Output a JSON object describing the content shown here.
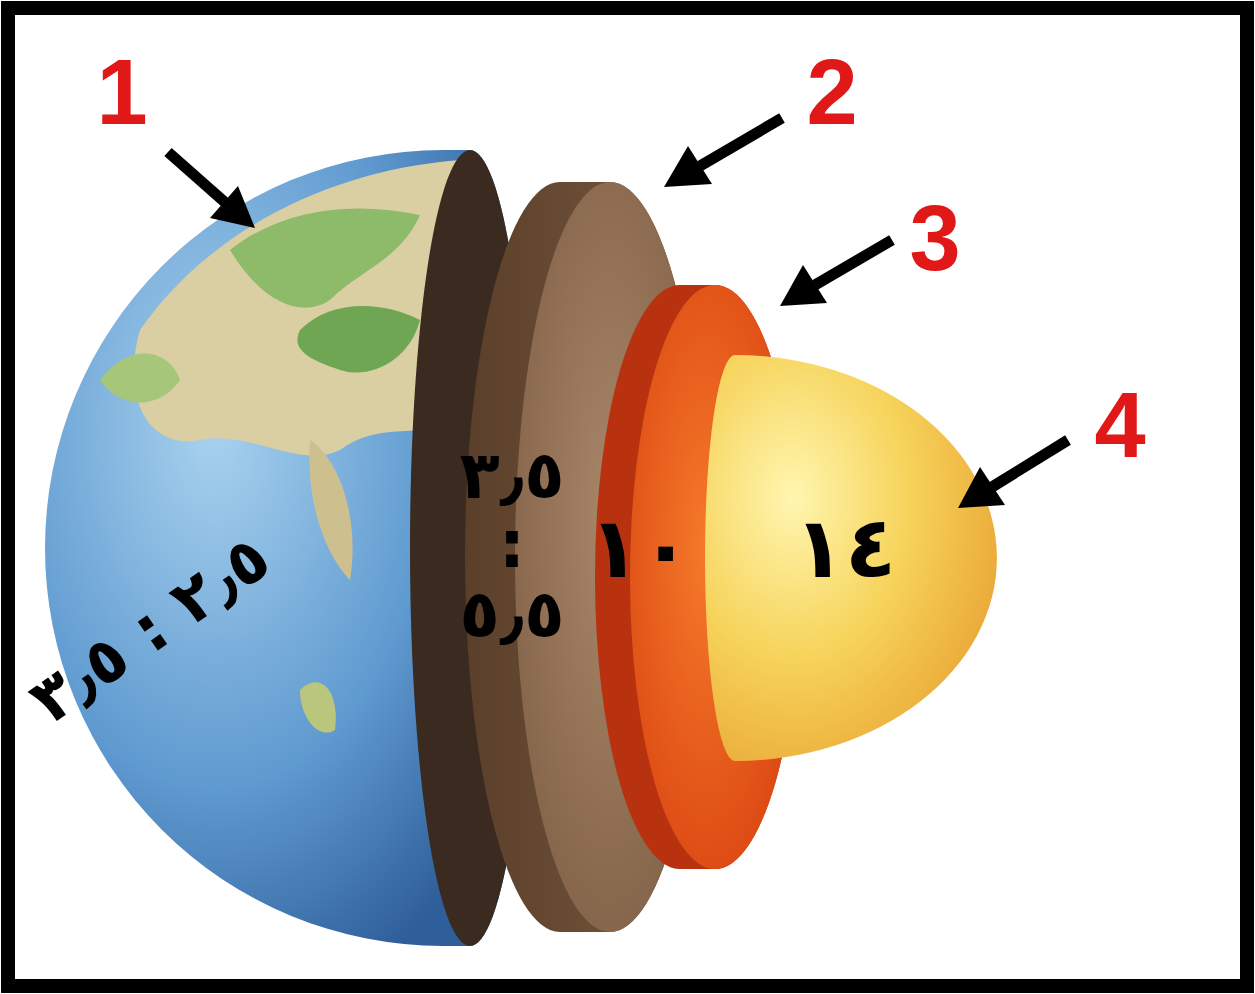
{
  "diagram": {
    "labels": [
      "1",
      "2",
      "3",
      "4",
      "٢٫٥ : ٣٫٥",
      "٣٫٥ : ٥٫٥",
      "١٠",
      "١٤"
    ]
  }
}
